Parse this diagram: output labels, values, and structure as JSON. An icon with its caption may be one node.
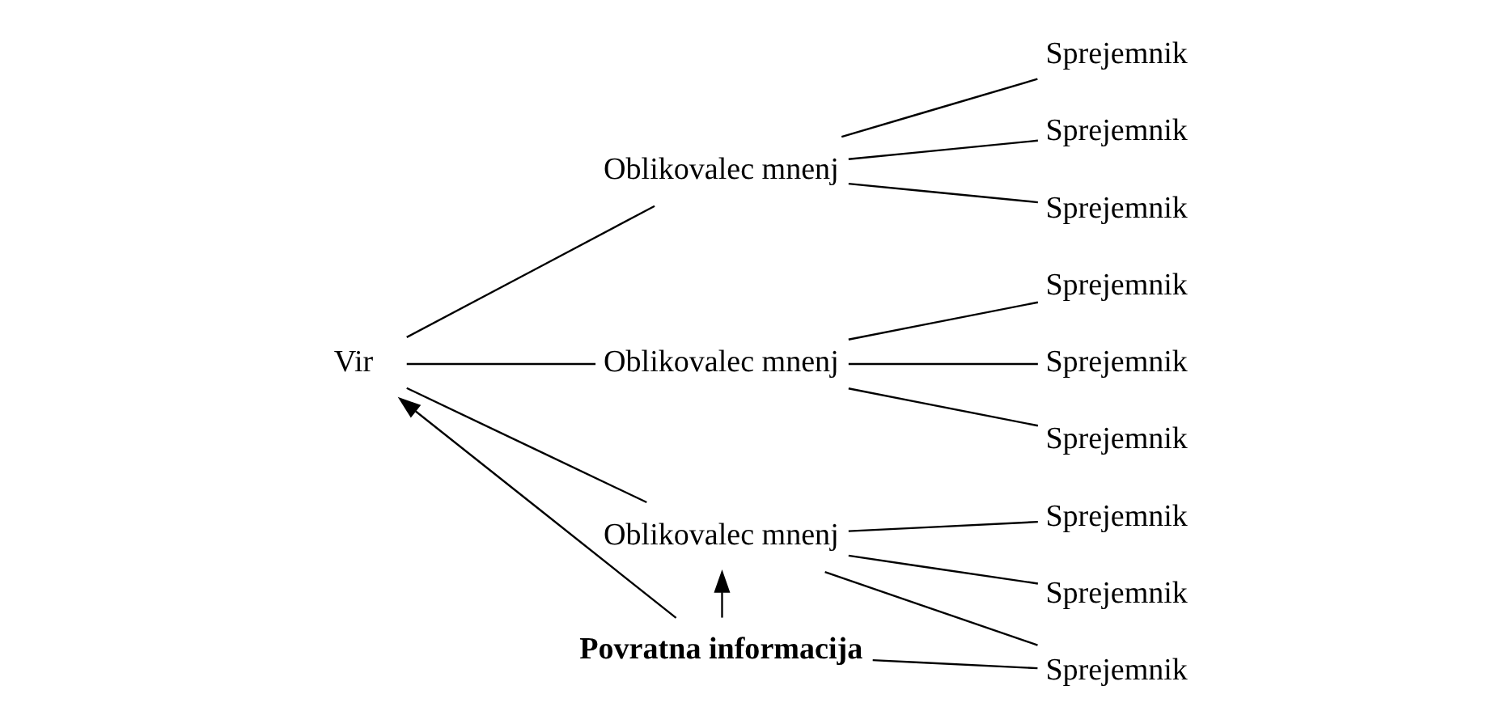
{
  "diagram": {
    "nodes": [
      {
        "text": [
          "Vir"
        ]
      },
      {
        "text": [
          "Oblikovalec mnenj"
        ]
      },
      {
        "text": [
          "Oblikovalec mnenj"
        ]
      },
      {
        "text": [
          "Oblikovalec mnenj"
        ]
      },
      {
        "text": [
          "Sprejemnik"
        ]
      },
      {
        "text": [
          "Sprejemnik"
        ]
      },
      {
        "text": [
          "Sprejemnik"
        ]
      },
      {
        "text": [
          "Sprejemnik"
        ]
      },
      {
        "text": [
          "Sprejemnik"
        ]
      },
      {
        "text": [
          "Sprejemnik"
        ]
      },
      {
        "text": [
          "Sprejemnik"
        ]
      },
      {
        "text": [
          "Sprejemnik"
        ]
      },
      {
        "text": [
          "Sprejemnik"
        ]
      },
      {
        "text": [
          "Povratna informacija"
        ]
      }
    ],
    "edges": [
      {
        "from": 0,
        "to": 1,
        "arrow": "none"
      },
      {
        "from": 0,
        "to": 2,
        "arrow": "none"
      },
      {
        "from": 0,
        "to": 3,
        "arrow": "none"
      },
      {
        "from": 1,
        "to": 4,
        "arrow": "none"
      },
      {
        "from": 1,
        "to": 5,
        "arrow": "none"
      },
      {
        "from": 1,
        "to": 6,
        "arrow": "none"
      },
      {
        "from": 2,
        "to": 7,
        "arrow": "none"
      },
      {
        "from": 2,
        "to": 8,
        "arrow": "none"
      },
      {
        "from": 2,
        "to": 9,
        "arrow": "none"
      },
      {
        "from": 3,
        "to": 10,
        "arrow": "none"
      },
      {
        "from": 3,
        "to": 11,
        "arrow": "none"
      },
      {
        "from": 3,
        "to": 12,
        "arrow": "none"
      },
      {
        "from": 12,
        "to": 13,
        "arrow": "none"
      },
      {
        "from": 13,
        "to": 0,
        "arrow": "to"
      },
      {
        "from": 13,
        "to": 3,
        "arrow": "to"
      }
    ]
  }
}
